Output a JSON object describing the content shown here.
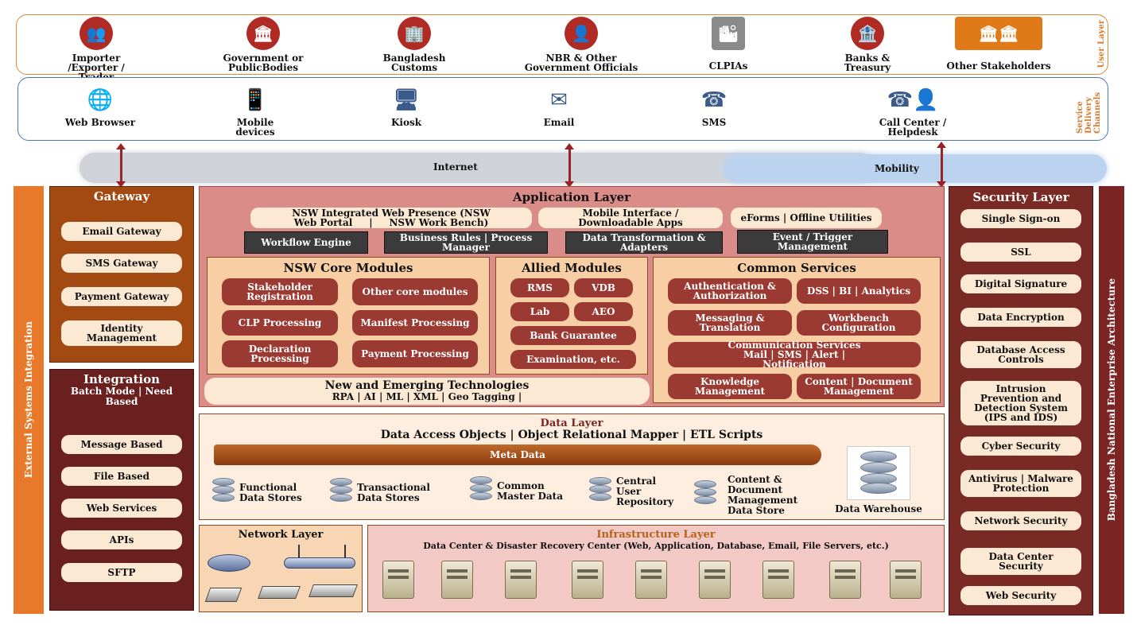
{
  "user_layer": {
    "side_label": "User Layer",
    "items": [
      {
        "label": "Importer /Exporter / Trader",
        "icon": "people-icon"
      },
      {
        "label": "Government or PublicBodies",
        "icon": "government-building-icon"
      },
      {
        "label": "Bangladesh Customs",
        "icon": "customs-building-icon"
      },
      {
        "label": "NBR & Other Government Officials",
        "icon": "official-at-desk-icon"
      },
      {
        "label": "CLPIAs",
        "icon": "city-buildings-icon"
      },
      {
        "label": "Banks & Treasury",
        "icon": "bank-icon"
      },
      {
        "label": "Other Stakeholders",
        "icon": "stakeholder-buildings-icon"
      }
    ]
  },
  "channels": {
    "side_label": "Service Delivery Channels",
    "items": [
      {
        "label": "Web Browser",
        "icon": "globe-computer-icon"
      },
      {
        "label": "Mobile devices",
        "icon": "mobile-device-icon"
      },
      {
        "label": "Kiosk",
        "icon": "kiosk-icon"
      },
      {
        "label": "Email",
        "icon": "email-icon"
      },
      {
        "label": "SMS",
        "icon": "sms-phone-icon"
      },
      {
        "label": "Call Center / Helpdesk",
        "icon": "call-center-icon"
      }
    ]
  },
  "clouds": {
    "internet": "Internet",
    "mobility": "Mobility"
  },
  "left_bar": "External Systems Integration",
  "right_bar": "Bangladesh National Enterprise Architecture",
  "gateway": {
    "title": "Gateway",
    "items": [
      "Email Gateway",
      "SMS Gateway",
      "Payment Gateway",
      "Identity Management"
    ]
  },
  "integration": {
    "title": "Integration",
    "subtitle": "Batch Mode | Need Based",
    "items": [
      "Message Based",
      "File Based",
      "Web Services",
      "APIs",
      "SFTP"
    ]
  },
  "application": {
    "title": "Application Layer",
    "pills": [
      "NSW Integrated Web Presence (NSW Web Portal     |     NSW Work Bench)",
      "Mobile Interface / Downloadable Apps",
      "eForms | Offline Utilities"
    ],
    "engines": [
      "Workflow Engine",
      "Business Rules | Process Manager",
      "Data Transformation & Adapters",
      "Event / Trigger Management"
    ],
    "core": {
      "title": "NSW Core Modules",
      "items": [
        "Stakeholder Registration",
        "Other core modules",
        "CLP Processing",
        "Manifest Processing",
        "Declaration Processing",
        "Payment Processing"
      ]
    },
    "allied": {
      "title": "Allied Modules",
      "items": [
        "RMS",
        "VDB",
        "Lab",
        "AEO",
        "Bank Guarantee",
        "Examination, etc."
      ]
    },
    "common": {
      "title": "Common Services",
      "items": [
        "Authentication & Authorization",
        "DSS | BI | Analytics",
        "Messaging & Translation",
        "Workbench Configuration",
        "Communication Services Mail | SMS | Alert | Notification",
        "Knowledge Management",
        "Content | Document Management"
      ]
    },
    "emerging": {
      "title": "New and Emerging Technologies",
      "subtitle": "RPA | AI | ML | XML | Geo Tagging |"
    }
  },
  "data_layer": {
    "title": "Data Layer",
    "subtitle": "Data Access Objects | Object Relational Mapper | ETL Scripts",
    "meta": "Meta Data",
    "stores": [
      "Functional Data Stores",
      "Transactional Data Stores",
      "Common Master Data",
      "Central User Repository",
      "Content & Document Management Data Store"
    ],
    "warehouse": "Data Warehouse"
  },
  "network_layer": {
    "title": "Network Layer"
  },
  "infrastructure": {
    "title": "Infrastructure Layer",
    "subtitle": "Data Center & Disaster Recovery Center (Web, Application, Database, Email, File Servers, etc.)"
  },
  "security": {
    "title": "Security Layer",
    "items": [
      "Single Sign-on",
      "SSL",
      "Digital Signature",
      "Data Encryption",
      "Database Access Controls",
      "Intrusion Prevention and Detection System (IPS and IDS)",
      "Cyber Security",
      "Antivirus | Malware Protection",
      "Network Security",
      "Data Center Security",
      "Web Security"
    ]
  }
}
